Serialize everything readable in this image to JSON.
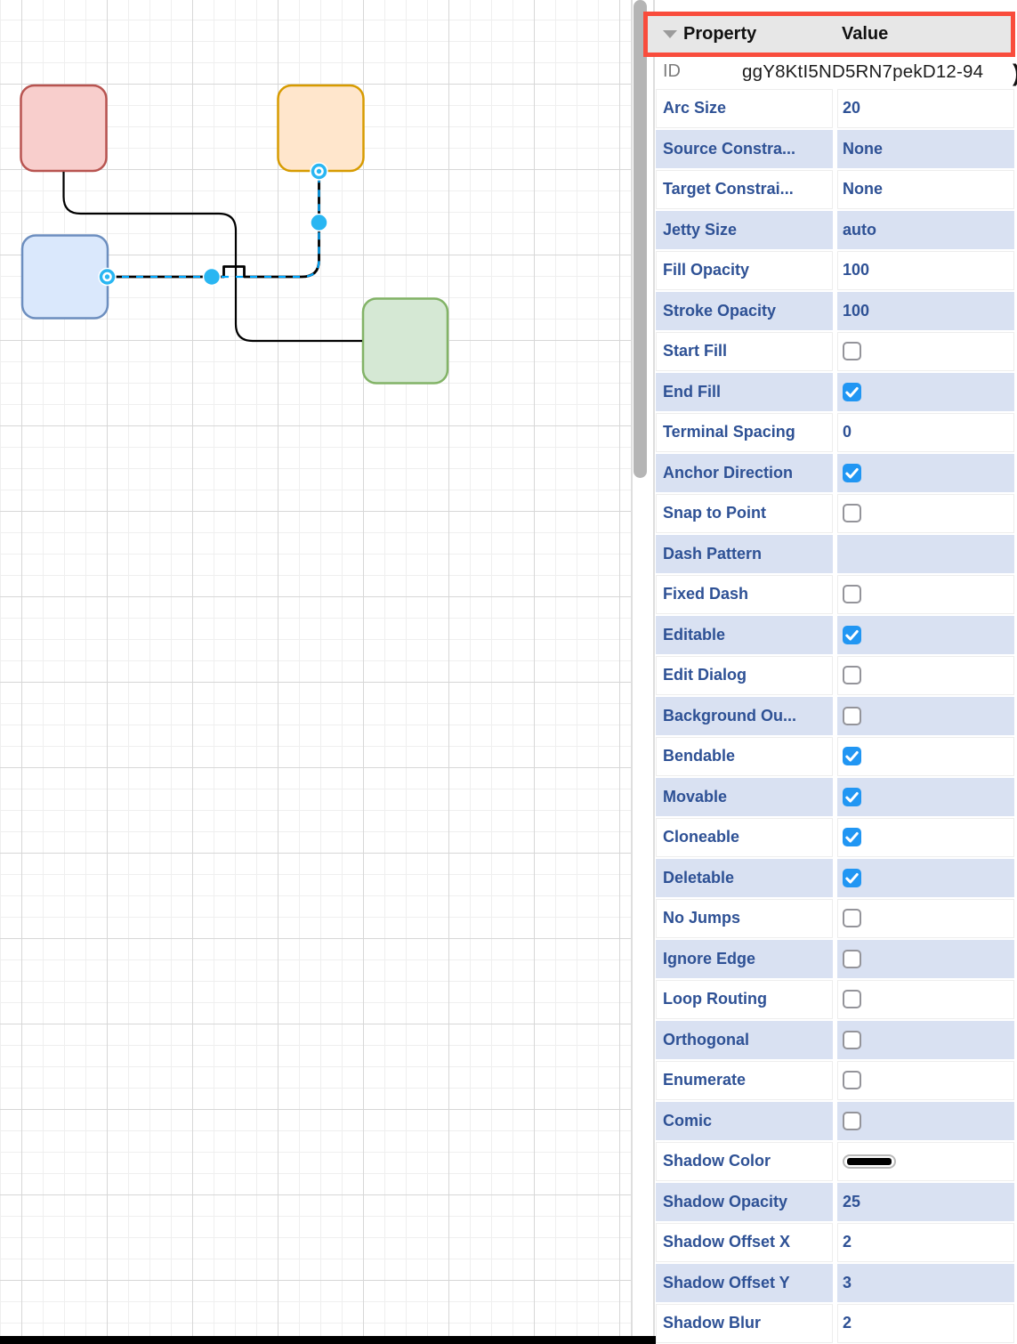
{
  "canvas": {
    "grid_minor_color": "#efefef",
    "grid_major_color": "#d7d7d7",
    "edge_color": "#000000",
    "selection_highlight_color": "#00a8ff",
    "handle_color": "#29b6f2",
    "shapes": [
      {
        "name": "red-square",
        "fill": "#f8cecc",
        "stroke": "#b85450"
      },
      {
        "name": "orange-square",
        "fill": "#ffe6cc",
        "stroke": "#d79b00"
      },
      {
        "name": "blue-square",
        "fill": "#dae8fc",
        "stroke": "#6c8ebf"
      },
      {
        "name": "green-square",
        "fill": "#d5e8d4",
        "stroke": "#82b366"
      }
    ]
  },
  "panel": {
    "highlight_box_color": "#f94c3c",
    "header": {
      "property_label": "Property",
      "value_label": "Value"
    },
    "id_row": {
      "label": "ID",
      "value": "ggY8KtI5ND5RN7pekD12-94",
      "clipped_glyph": ")"
    },
    "colors": {
      "alt_row_bg": "#d9e1f2",
      "label_text": "#2e5195",
      "checkbox_on": "#2196f3"
    },
    "rows": [
      {
        "label": "Arc Size",
        "type": "text",
        "value": "20"
      },
      {
        "label": "Source Constra...",
        "type": "text",
        "value": "None"
      },
      {
        "label": "Target Constrai...",
        "type": "text",
        "value": "None"
      },
      {
        "label": "Jetty Size",
        "type": "text",
        "value": "auto"
      },
      {
        "label": "Fill Opacity",
        "type": "text",
        "value": "100"
      },
      {
        "label": "Stroke Opacity",
        "type": "text",
        "value": "100"
      },
      {
        "label": "Start Fill",
        "type": "checkbox",
        "value": false
      },
      {
        "label": "End Fill",
        "type": "checkbox",
        "value": true
      },
      {
        "label": "Terminal Spacing",
        "type": "text",
        "value": "0"
      },
      {
        "label": "Anchor Direction",
        "type": "checkbox",
        "value": true
      },
      {
        "label": "Snap to Point",
        "type": "checkbox",
        "value": false
      },
      {
        "label": "Dash Pattern",
        "type": "empty",
        "value": ""
      },
      {
        "label": "Fixed Dash",
        "type": "checkbox",
        "value": false
      },
      {
        "label": "Editable",
        "type": "checkbox",
        "value": true
      },
      {
        "label": "Edit Dialog",
        "type": "checkbox",
        "value": false
      },
      {
        "label": "Background Ou...",
        "type": "checkbox",
        "value": false
      },
      {
        "label": "Bendable",
        "type": "checkbox",
        "value": true
      },
      {
        "label": "Movable",
        "type": "checkbox",
        "value": true
      },
      {
        "label": "Cloneable",
        "type": "checkbox",
        "value": true
      },
      {
        "label": "Deletable",
        "type": "checkbox",
        "value": true
      },
      {
        "label": "No Jumps",
        "type": "checkbox",
        "value": false
      },
      {
        "label": "Ignore Edge",
        "type": "checkbox",
        "value": false
      },
      {
        "label": "Loop Routing",
        "type": "checkbox",
        "value": false
      },
      {
        "label": "Orthogonal",
        "type": "checkbox",
        "value": false
      },
      {
        "label": "Enumerate",
        "type": "checkbox",
        "value": false
      },
      {
        "label": "Comic",
        "type": "checkbox",
        "value": false
      },
      {
        "label": "Shadow Color",
        "type": "swatch",
        "value": "#000000"
      },
      {
        "label": "Shadow Opacity",
        "type": "text",
        "value": "25"
      },
      {
        "label": "Shadow Offset X",
        "type": "text",
        "value": "2"
      },
      {
        "label": "Shadow Offset Y",
        "type": "text",
        "value": "3"
      },
      {
        "label": "Shadow Blur",
        "type": "text",
        "value": "2"
      }
    ]
  }
}
